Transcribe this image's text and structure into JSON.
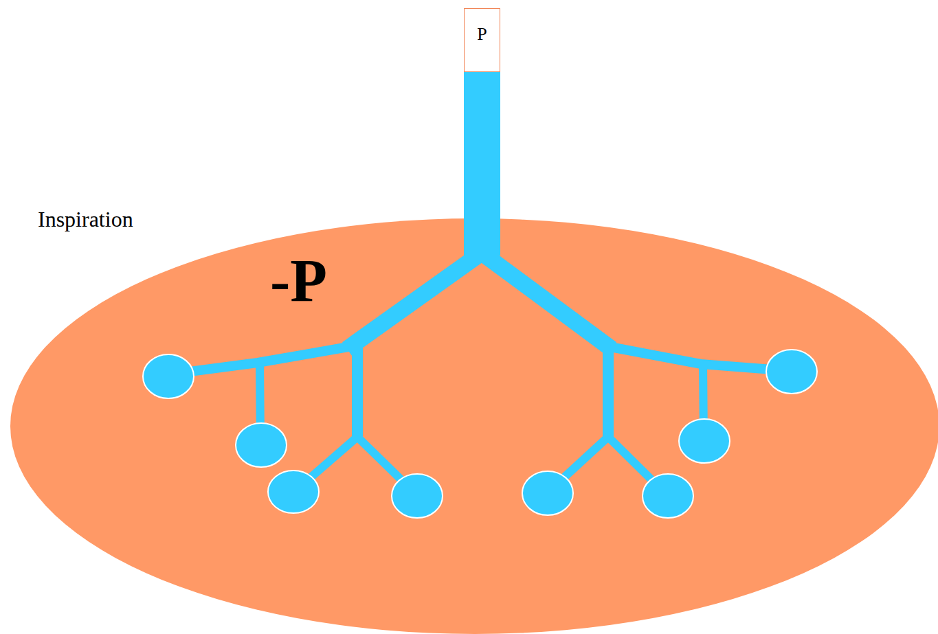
{
  "diagram": {
    "nodes": [
      {
        "text": [
          "P"
        ]
      },
      {
        "text": [
          "-P"
        ]
      }
    ],
    "labels": [
      "Inspiration"
    ]
  }
}
